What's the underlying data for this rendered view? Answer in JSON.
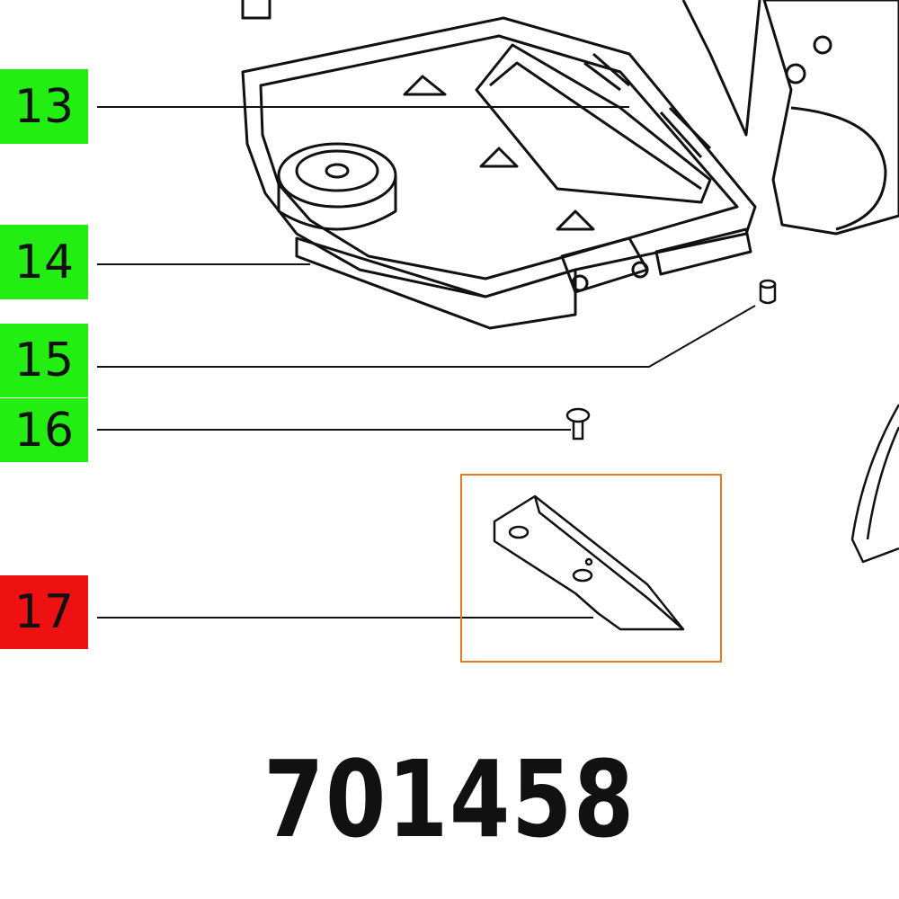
{
  "callouts": [
    {
      "number": "13",
      "status": "green"
    },
    {
      "number": "14",
      "status": "green"
    },
    {
      "number": "15",
      "status": "green"
    },
    {
      "number": "16",
      "status": "green"
    },
    {
      "number": "17",
      "status": "highlighted"
    }
  ],
  "part_number": "701458",
  "colors": {
    "available": "#22ee11",
    "highlighted": "#ee1111",
    "highlight_box": "#e87722"
  }
}
